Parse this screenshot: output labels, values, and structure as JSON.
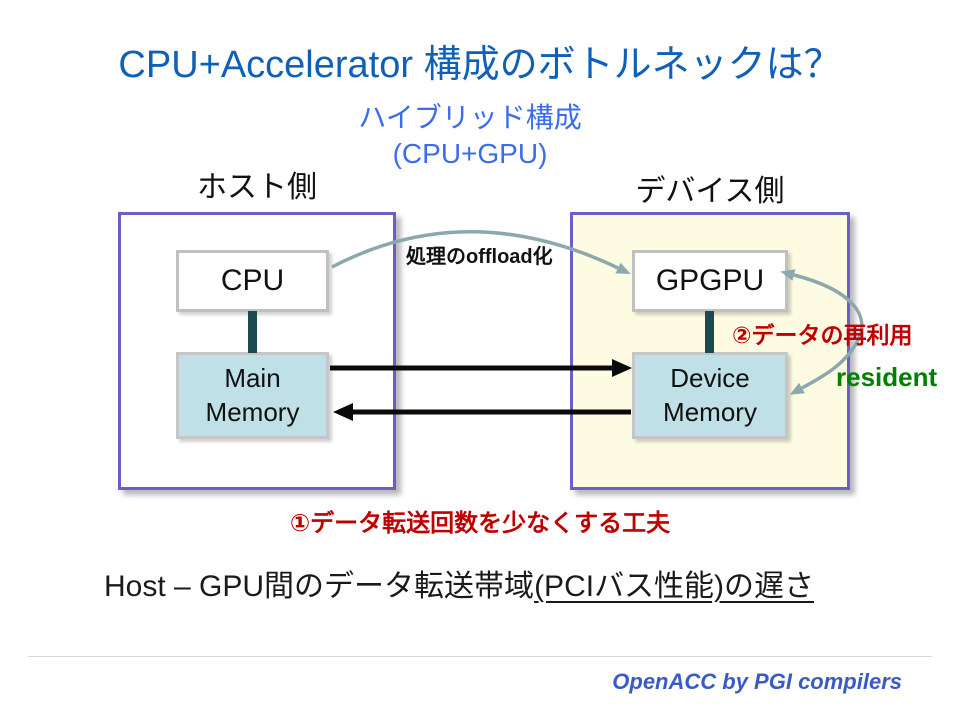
{
  "slide": {
    "title": "CPU+Accelerator 構成のボトルネックは？",
    "subtitle": {
      "line1": "ハイブリッド構成",
      "line2": "(CPU+GPU)"
    },
    "host_side_label": "ホスト側",
    "device_side_label": "デバイス側",
    "cpu_label": "CPU",
    "gpgpu_label": "GPGPU",
    "main_memory": {
      "line1": "Main",
      "line2": "Memory"
    },
    "device_memory": {
      "line1": "Device",
      "line2": "Memory"
    },
    "offload_label": "処理のoffload化",
    "reuse_label": "②データの再利用",
    "resident_label": "resident",
    "transfer_note": "①データ転送回数を少なくする工夫",
    "bottom_heading": {
      "plain": "Host – GPU間のデータ転送帯域",
      "underlined": "(PCIバス性能)の遅さ"
    },
    "footer": "OpenACC by PGI compilers"
  },
  "colors": {
    "title_blue": "#1060B8",
    "subtitle_blue": "#3B6CF0",
    "box_border_purple": "#6A5FC8",
    "device_fill_yellow": "#FDFBE2",
    "memory_fill_cyan": "#BFE0E6",
    "connector_teal": "#1C4A52",
    "curve_arrow_teal": "#8CA8AC",
    "transfer_arrow_black": "#0A0A0A",
    "accent_red": "#C00000",
    "resident_green": "#008000",
    "footer_blue": "#3B5BC4"
  }
}
